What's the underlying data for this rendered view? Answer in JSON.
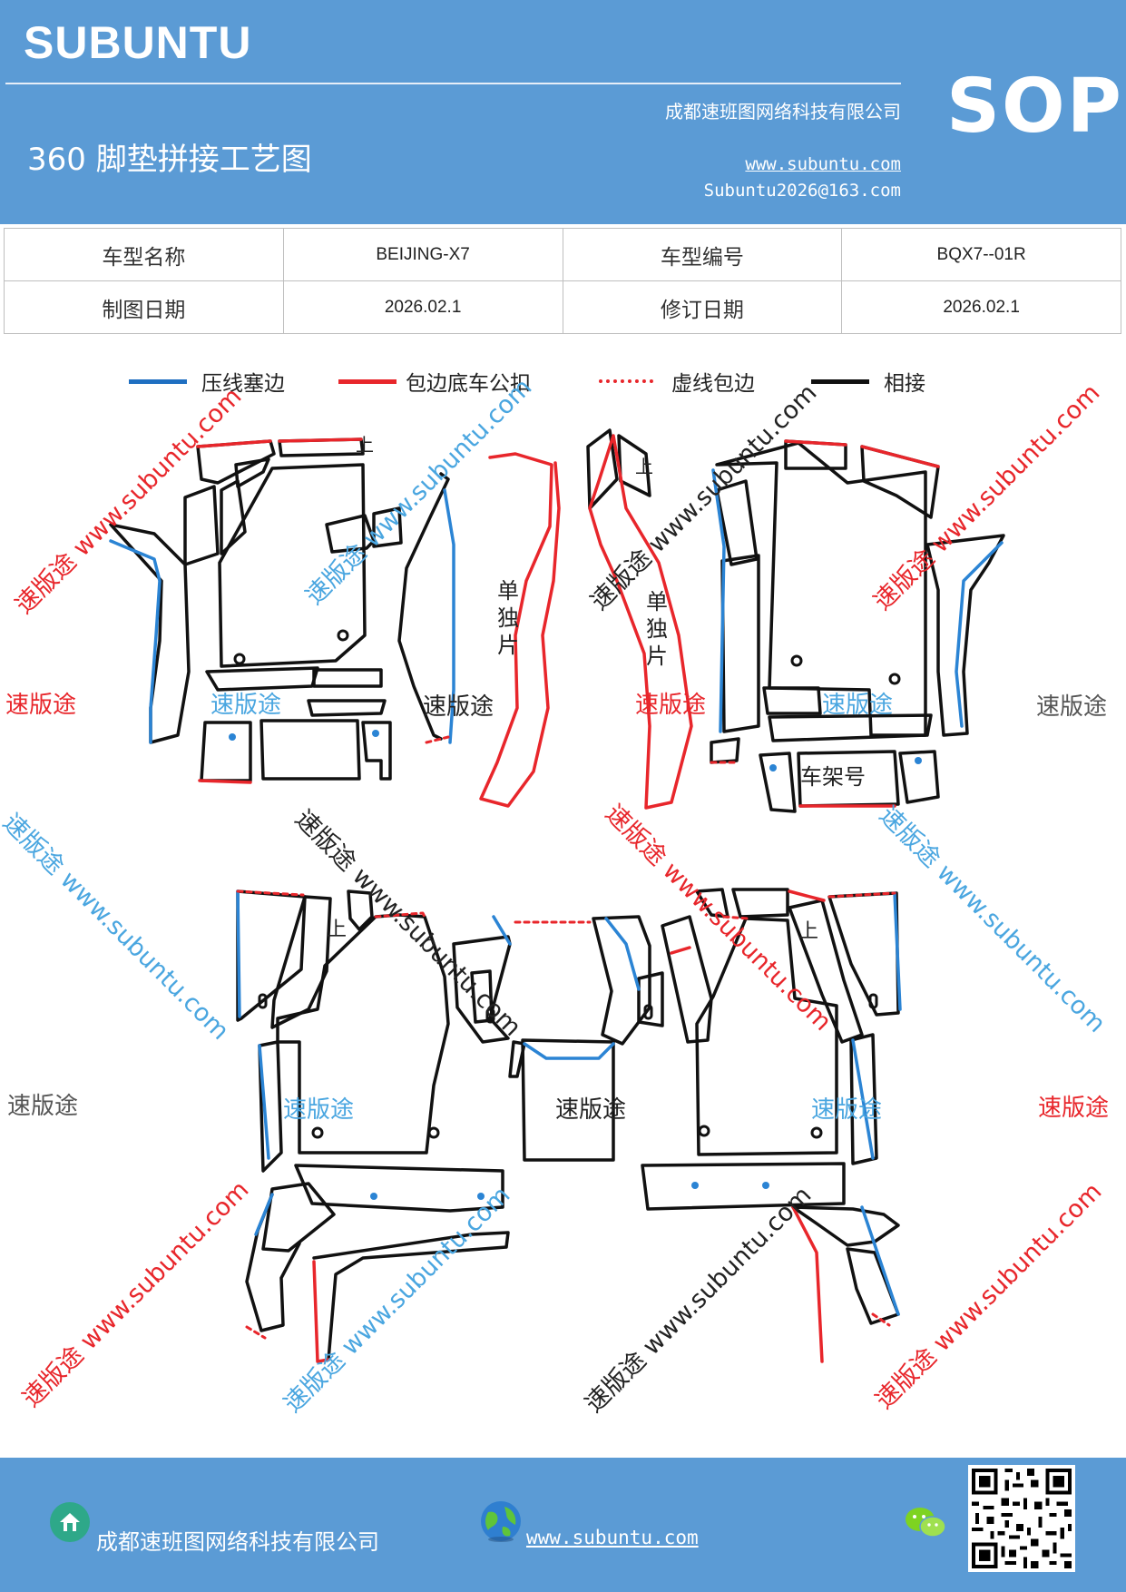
{
  "header": {
    "brand": "SUBUNTU",
    "title": "360 脚垫拼接工艺图",
    "company": "成都速班图网络科技有限公司",
    "website": "www.subuntu.com",
    "email": "Subuntu2026@163.com",
    "doc_type": "SOP"
  },
  "info": {
    "model_name_label": "车型名称",
    "model_name_value": "BEIJING-X7",
    "model_code_label": "车型编号",
    "model_code_value": "BQX7--01R",
    "draw_date_label": "制图日期",
    "draw_date_value": "2026.02.1",
    "revise_date_label": "修订日期",
    "revise_date_value": "2026.02.1"
  },
  "legend": {
    "blue_solid": "压线塞边",
    "red_solid": "包边底车公扣",
    "red_dotted": "虚线包边",
    "black_solid": "相接"
  },
  "diagram": {
    "single_piece": "单独片",
    "up": "上",
    "frame_number": "车架号",
    "watermark_cn": "速版途",
    "watermark_url": "www.subuntu.com",
    "watermark_combo": "速版途 www.subuntu.com"
  },
  "footer": {
    "company": "成都速班图网络科技有限公司",
    "website": "www.subuntu.com"
  },
  "colors": {
    "header_bg": "#5b9bd5",
    "blue_line": "#1f6fc1",
    "red_line": "#e8262b",
    "black_line": "#111111"
  }
}
